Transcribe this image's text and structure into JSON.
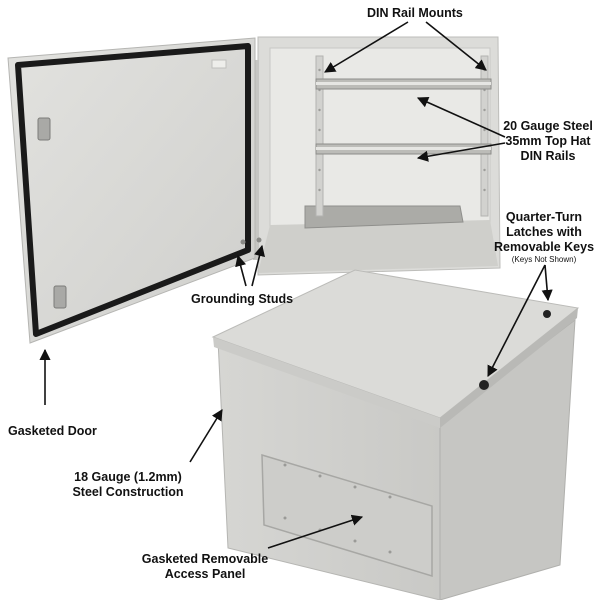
{
  "callouts": {
    "din_rail_mounts": "DIN Rail Mounts",
    "din_rails": [
      "20 Gauge Steel",
      "35mm Top Hat",
      "DIN Rails"
    ],
    "latches": [
      "Quarter-Turn",
      "Latches with",
      "Removable Keys"
    ],
    "keys_note": "(Keys Not Shown)",
    "grounding_studs": "Grounding Studs",
    "gasketed_door": "Gasketed Door",
    "steel_construction": [
      "18 Gauge (1.2mm)",
      "Steel Construction"
    ],
    "access_panel": [
      "Gasketed Removable",
      "Access Panel"
    ]
  },
  "colors": {
    "enclosure_body": "#d9d9d6",
    "enclosure_shadow": "#c4c4c1",
    "gasket": "#1a1a1a",
    "arrow": "#111111"
  }
}
